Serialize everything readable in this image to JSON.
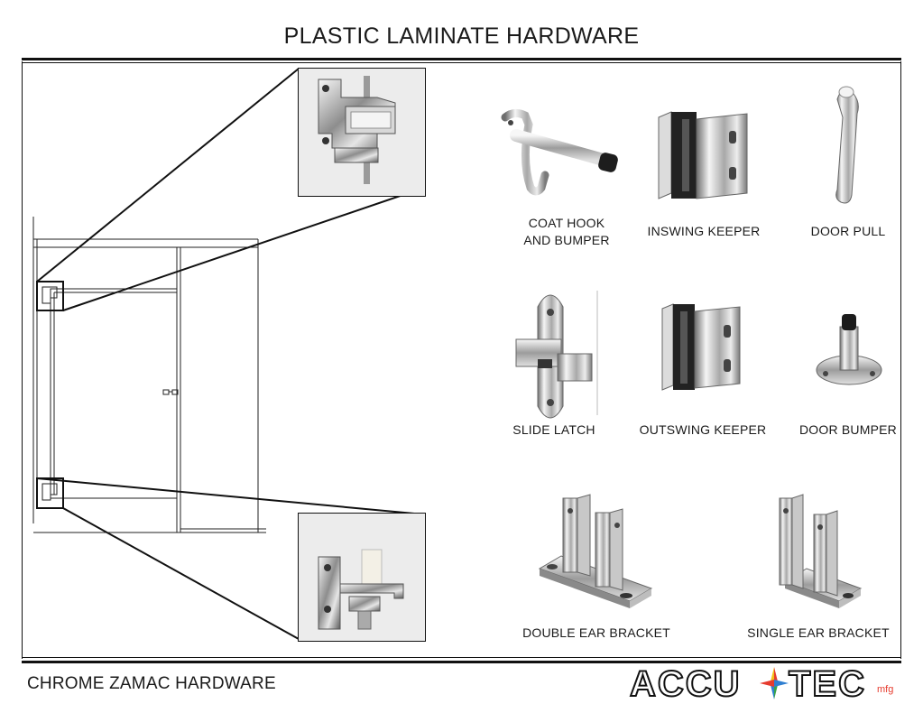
{
  "page": {
    "title": "PLASTIC LAMINATE HARDWARE",
    "footer": "CHROME ZAMAC HARDWARE"
  },
  "logo": {
    "left": "ACCU",
    "right": "TEC",
    "sub": "mfg",
    "colors": [
      "#e63b2e",
      "#2f7fd1",
      "#f2c21b",
      "#3aa348"
    ]
  },
  "items": [
    {
      "id": "coat-hook",
      "label_lines": [
        "COAT HOOK",
        "AND BUMPER"
      ]
    },
    {
      "id": "inswing-keeper",
      "label_lines": [
        "INSWING KEEPER"
      ]
    },
    {
      "id": "door-pull",
      "label_lines": [
        "DOOR PULL"
      ]
    },
    {
      "id": "slide-latch",
      "label_lines": [
        "SLIDE LATCH"
      ]
    },
    {
      "id": "outswing-keeper",
      "label_lines": [
        "OUTSWING KEEPER"
      ]
    },
    {
      "id": "door-bumper",
      "label_lines": [
        "DOOR BUMPER"
      ]
    },
    {
      "id": "double-ear-bracket",
      "label_lines": [
        "DOUBLE EAR BRACKET"
      ]
    },
    {
      "id": "single-ear-bracket",
      "label_lines": [
        "SINGLE EAR BRACKET"
      ]
    }
  ]
}
